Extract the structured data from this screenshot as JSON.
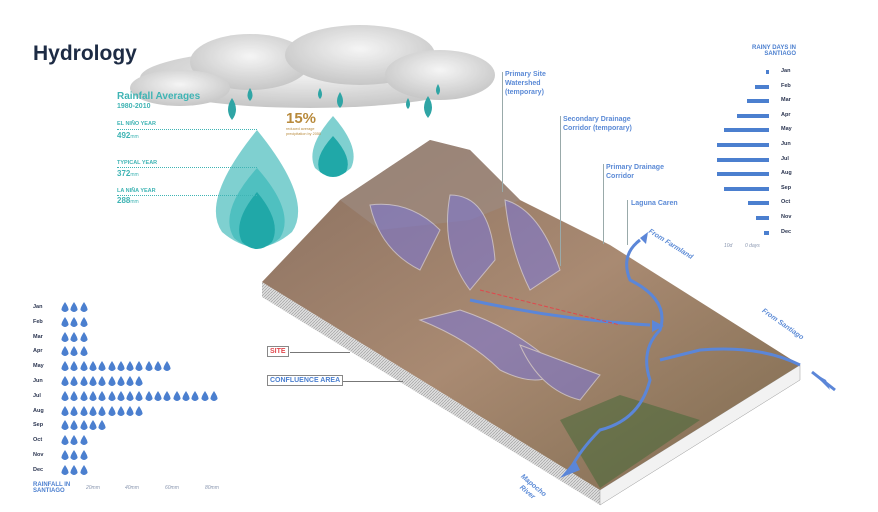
{
  "title": "Hydrology",
  "rainfall_averages": {
    "title": "Rainfall Averages",
    "period": "1980-2010",
    "el_nino": {
      "label": "EL NIÑO YEAR",
      "value": "492",
      "unit": "mm"
    },
    "typical": {
      "label": "TYPICAL YEAR",
      "value": "372",
      "unit": "mm"
    },
    "la_nina": {
      "label": "LA NIÑA YEAR",
      "value": "288",
      "unit": "mm"
    },
    "reduction": {
      "value": "15%",
      "note": "reduced average precipitation by 2050"
    }
  },
  "colors": {
    "teal": "#3fb4b4",
    "blue": "#4b7fcf",
    "site_red": "#e0474c",
    "title": "#1d2b44"
  },
  "chart_data": [
    {
      "type": "bar",
      "title": "RAINFALL IN SANTIAGO",
      "categories": [
        "Jan",
        "Feb",
        "Mar",
        "Apr",
        "May",
        "Jun",
        "Jul",
        "Aug",
        "Sep",
        "Oct",
        "Nov",
        "Dec"
      ],
      "values_drops": [
        3,
        3,
        3,
        3,
        12,
        9,
        17,
        9,
        5,
        3,
        3,
        3
      ],
      "xticks": [
        "20mm",
        "40mm",
        "60mm",
        "80mm"
      ]
    },
    {
      "type": "bar",
      "title": "RAINY DAYS IN SANTIAGO",
      "categories": [
        "Jan",
        "Feb",
        "Mar",
        "Apr",
        "May",
        "Jun",
        "Jul",
        "Aug",
        "Sep",
        "Oct",
        "Nov",
        "Dec"
      ],
      "values": [
        0.6,
        3.3,
        5.2,
        7.4,
        10.4,
        12,
        12,
        12,
        10.4,
        5,
        3,
        1.2
      ],
      "xticks": [
        "10d",
        "0 days"
      ]
    }
  ],
  "callouts": {
    "watershed": "Primary Site Watershed (temporary)",
    "secondary": "Secondary Drainage Corridor (temporary)",
    "primary": "Primary Drainage Corridor",
    "laguna": "Laguna Caren",
    "farmland": "From Farmland",
    "santiago": "From Santiago",
    "mapocho": "Mapocho River",
    "site": "SITE",
    "confluence": "CONFLUENCE AREA"
  }
}
